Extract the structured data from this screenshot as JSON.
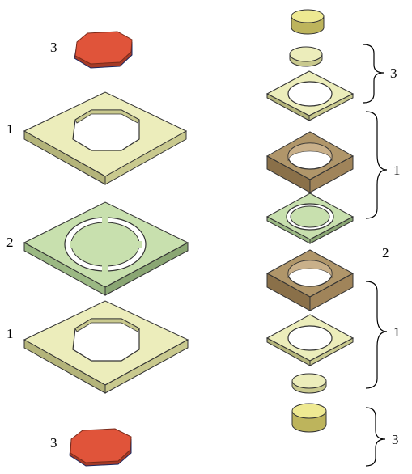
{
  "colors": {
    "yellow_top": "#ecedbb",
    "yellow_side": "#c9c98e",
    "yellow_front": "#b4b47a",
    "green_top": "#c8e0ae",
    "green_side": "#9bb883",
    "brown_top": "#b0966a",
    "brown_side": "#8a7049",
    "gold_top": "#eee992",
    "gold_side": "#bdb45c",
    "red_top": "#e0543a",
    "red_side": "#a53a26",
    "edge_dark": "#1a2760"
  },
  "left_stack": {
    "labels": [
      "3",
      "1",
      "2",
      "1",
      "3"
    ]
  },
  "right_stack": {
    "labels": [
      "3",
      "1",
      "2",
      "1",
      "3"
    ]
  }
}
